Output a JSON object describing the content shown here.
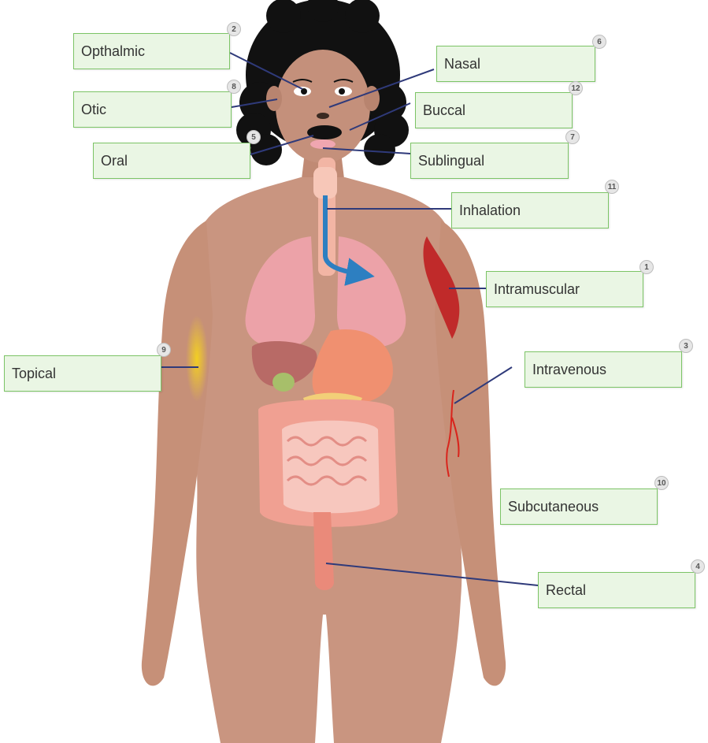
{
  "diagram": {
    "colors": {
      "label_fill": "#eaf6e4",
      "label_border": "#7cc466",
      "leader_line": "#2f3a7a",
      "skin": "#c99580",
      "hair": "#111111",
      "airflow_arrow": "#2d7fc1",
      "muscle": "#c02a2a",
      "topical_area": "#f5d21e",
      "vein": "#d9241c"
    },
    "icons": [
      "human-body-illustration",
      "airflow-arrow-icon"
    ],
    "labels": [
      {
        "id": "opthalmic",
        "text": "Opthalmic",
        "number": "2"
      },
      {
        "id": "nasal",
        "text": "Nasal",
        "number": "6"
      },
      {
        "id": "otic",
        "text": "Otic",
        "number": "8"
      },
      {
        "id": "buccal",
        "text": "Buccal",
        "number": "12"
      },
      {
        "id": "oral",
        "text": "Oral",
        "number": "5"
      },
      {
        "id": "sublingual",
        "text": "Sublingual",
        "number": "7"
      },
      {
        "id": "inhalation",
        "text": "Inhalation",
        "number": "11"
      },
      {
        "id": "intramuscular",
        "text": "Intramuscular",
        "number": "1"
      },
      {
        "id": "topical",
        "text": "Topical",
        "number": "9"
      },
      {
        "id": "intravenous",
        "text": "Intravenous",
        "number": "3"
      },
      {
        "id": "subcutaneous",
        "text": "Subcutaneous",
        "number": "10"
      },
      {
        "id": "rectal",
        "text": "Rectal",
        "number": "4"
      }
    ]
  }
}
